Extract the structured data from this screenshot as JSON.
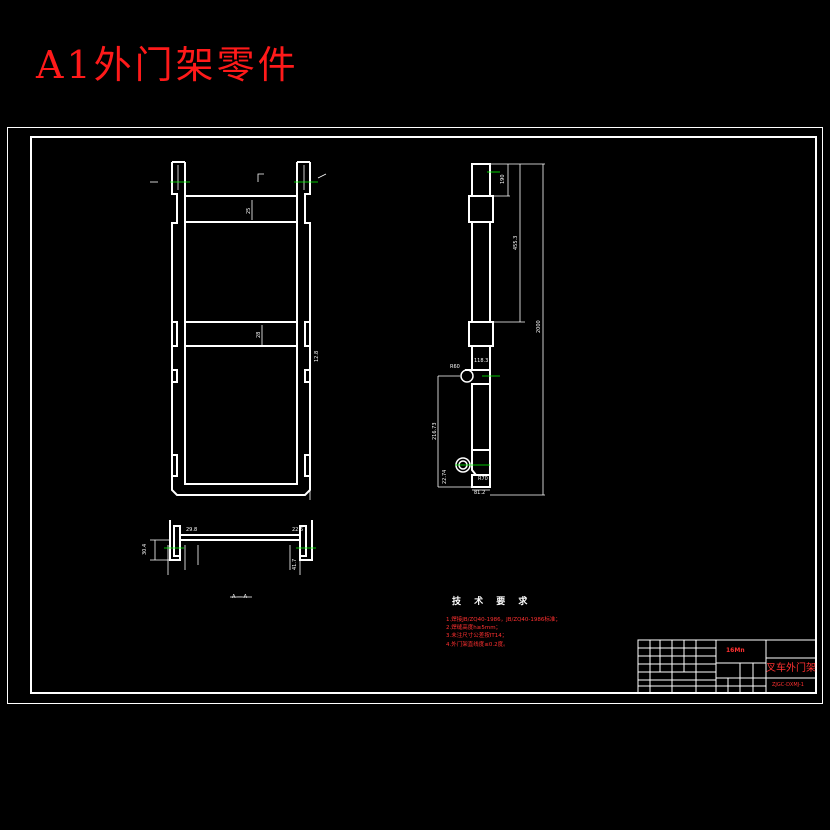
{
  "title": "A1外门架零件",
  "section_label": "A — A",
  "tech_requirements": {
    "heading": "技 术 要 求",
    "items": [
      "1.焊接JB/ZQ40-1986，JB/ZQ40-1986标准；",
      "2.焊缝高度h≥5mm；",
      "3.未注尺寸公差按IT14；",
      "4.外门架直线度≤0.2度。"
    ]
  },
  "title_block": {
    "material": "16Mn",
    "part_name": "叉车外门架",
    "drawing_no": "ZJGC-DXMJ-1"
  },
  "dims": {
    "top_height": "190",
    "mid_len": "455.3",
    "total_height": "2000",
    "r1": "R60",
    "r2": "R70",
    "d1": "216.73",
    "d2": "22.74",
    "w1": "118.3",
    "w2": "81.2",
    "side_a": "12.8",
    "b1": "25",
    "b2": "28",
    "b3": "29.8",
    "p1": "30.4",
    "p2": "22.5",
    "p3": "41.7"
  },
  "colors": {
    "frame": "#ffffff",
    "dimension": "#ffffff",
    "center": "#00ff00",
    "title": "#ff1a1a",
    "notes": "#ff3030"
  }
}
